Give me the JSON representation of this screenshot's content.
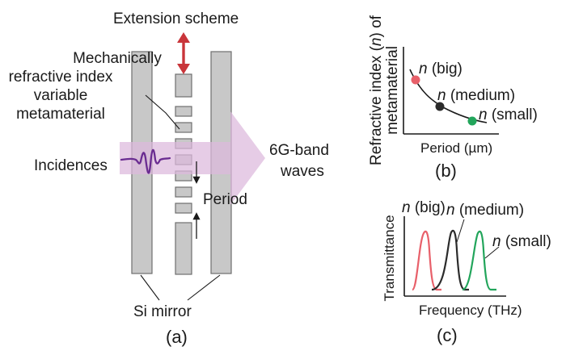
{
  "panel_a": {
    "extension_scheme": "Extension scheme",
    "metamaterial_line1": "Mechanically",
    "metamaterial_line2": "refractive index",
    "metamaterial_line3": "variable",
    "metamaterial_line4": "metamaterial",
    "incidences": "Incidences",
    "output_line1": "6G-band",
    "output_line2": "waves",
    "period": "Period",
    "si_mirror": "Si mirror",
    "caption": "(a)"
  },
  "panel_b": {
    "ylabel_line1": "Refractive index (",
    "ylabel_n": "n",
    "ylabel_line1_end": ") of",
    "ylabel_line2": "metamaterial",
    "xlabel": "Period (µm)",
    "point_n": "n",
    "point_big": "(big)",
    "point_medium": "(medium)",
    "point_small": "(small)",
    "caption": "(b)"
  },
  "panel_c": {
    "ylabel": "Transmittance",
    "xlabel": "Frequency (THz)",
    "peak_n": "n",
    "peak_big": "(big)",
    "peak_medium": "(medium)",
    "peak_small": "(small)",
    "caption": "(c)"
  },
  "colors": {
    "plate_fill": "#c8c8c8",
    "plate_stroke": "#6e6e6e",
    "arrow_fill": "#e2c6e2",
    "red_arrow": "#c9353a",
    "wave": "#6a2c91",
    "big": "#e8606a",
    "medium": "#2b2b2b",
    "small": "#22a55b"
  }
}
